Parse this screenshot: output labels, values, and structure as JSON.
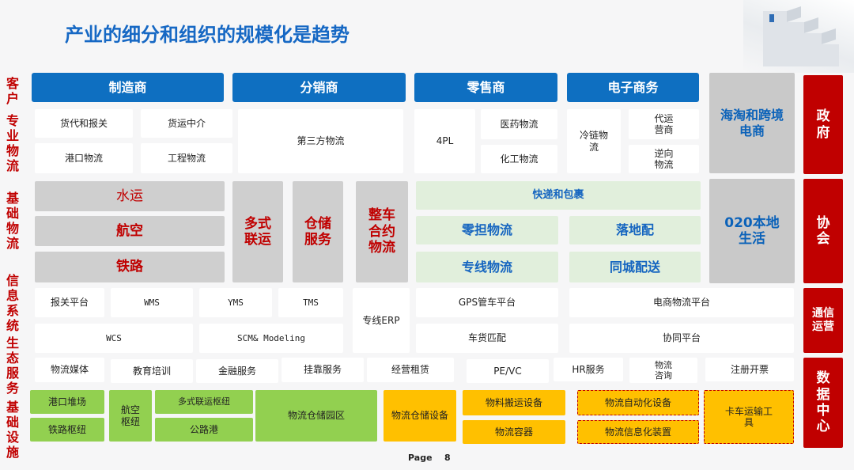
{
  "title": "产业的细分和组织的规模化是趋势",
  "page": {
    "label": "Page",
    "number": "8"
  },
  "left_labels": {
    "customer": "客户",
    "specialized_logistics": "专业物流",
    "basic_logistics": "基础物流",
    "info_system": "信息系统",
    "eco_services": "生态服务",
    "infrastructure": "基础设施"
  },
  "customers": {
    "manufacturer": "制造商",
    "distributor": "分销商",
    "retailer": "零售商",
    "ecommerce": "电子商务",
    "cross_border": "海淘和跨境电商"
  },
  "right_panels": {
    "government": "政府",
    "association": "协会",
    "telecom": "通信运营",
    "data_center": "数据中心"
  },
  "specialized": {
    "forwarding_customs": "货代和报关",
    "freight_agent": "货运中介",
    "port_logistics": "港口物流",
    "engineering_logistics": "工程物流",
    "third_party": "第三方物流",
    "fourpl": "4PL",
    "pharma": "医药物流",
    "chemical": "化工物流",
    "cold_chain": "冷链物流",
    "agent_operator": "代运营商",
    "reverse": "逆向物流"
  },
  "basic": {
    "water": "水运",
    "air": "航空",
    "rail": "铁路",
    "multimodal": "多式联运",
    "warehouse_service": "仓储服务",
    "ftl": "整车合约物流",
    "express": "快递和包裹",
    "ltl": "零担物流",
    "last_mile": "落地配",
    "dedicated_line": "专线物流",
    "city_delivery": "同城配送",
    "o2o": "020本地生活"
  },
  "info": {
    "customs_platform": "报关平台",
    "wms": "WMS",
    "yms": "YMS",
    "tms": "TMS",
    "dedicated_erp": "专线ERP",
    "gps": "GPS管车平台",
    "ecommerce_platform": "电商物流平台",
    "wcs": "WCS",
    "scm": "SCM& Modeling",
    "cargo_match": "车货匹配",
    "collab_platform": "协同平台"
  },
  "eco": {
    "media": "物流媒体",
    "education": "教育培训",
    "finance": "金融服务",
    "affiliation": "挂靠服务",
    "leasing": "经营租赁",
    "pevc": "PE/VC",
    "hr": "HR服务",
    "consulting": "物流咨询",
    "registration": "注册开票"
  },
  "infra": {
    "port_yard": "港口堆场",
    "rail_hub": "铁路枢纽",
    "aviation_hub": "航空枢纽",
    "multimodal_hub": "多式联运枢纽",
    "highway_port": "公路港",
    "warehouse_park": "物流仓储园区",
    "storage_equipment": "物流仓储设备",
    "handling_equipment": "物料搬运设备",
    "containers": "物流容器",
    "automation": "物流自动化设备",
    "it_devices": "物流信息化装置",
    "trucks": "卡车运输工具"
  }
}
